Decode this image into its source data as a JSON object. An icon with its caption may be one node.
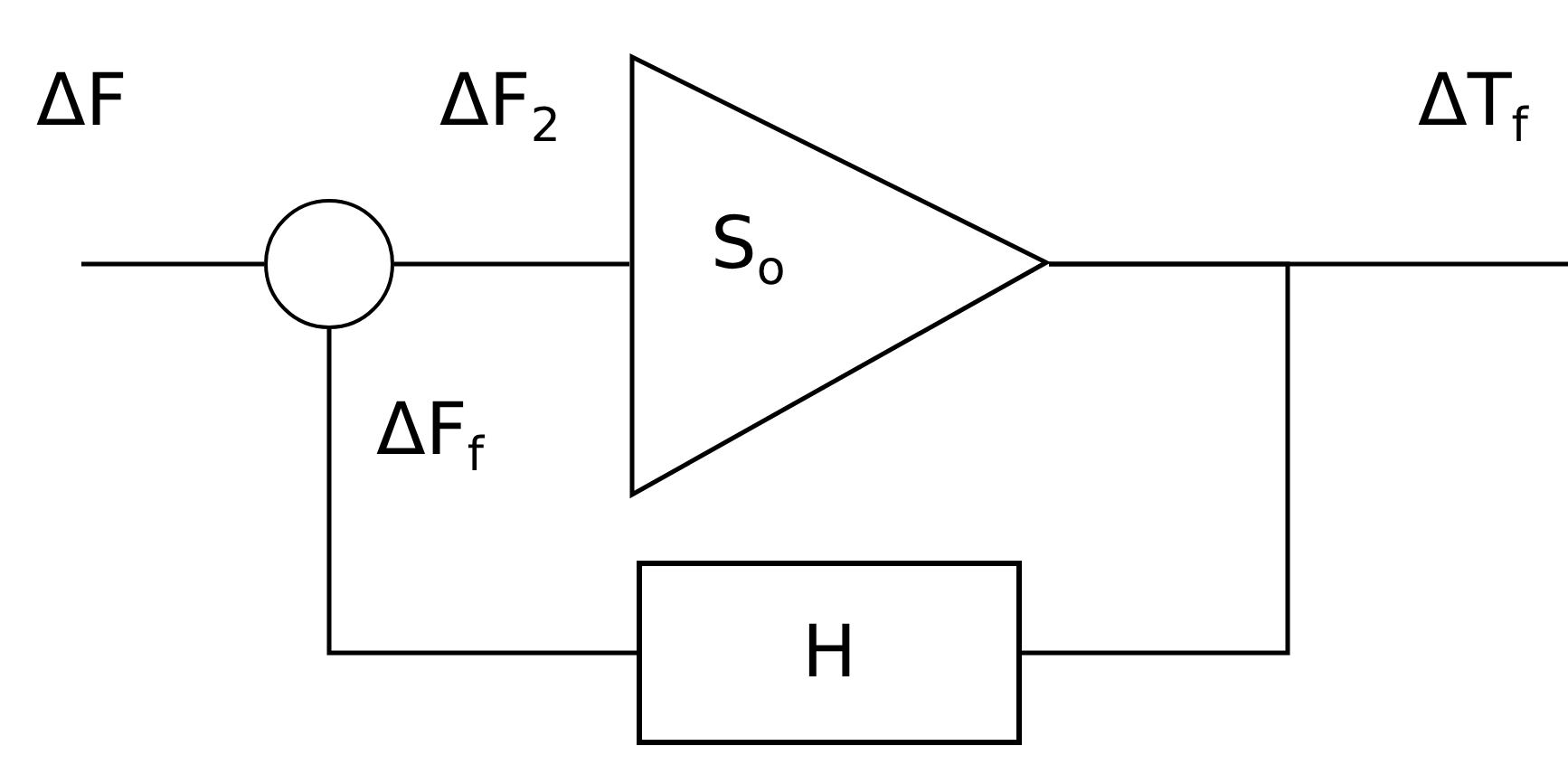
{
  "diagram": {
    "nodes": [
      {
        "text": [],
        "shape": "circle"
      },
      {
        "text": [
          "S$_{o}$"
        ]
      },
      {
        "text": [
          "H"
        ]
      }
    ],
    "edges": [
      {
        "from": null,
        "to": 0,
        "arrow": "none",
        "label": "ΔF"
      },
      {
        "from": 0,
        "to": 1,
        "arrow": "none",
        "label": "ΔF$_{2}$"
      },
      {
        "from": 1,
        "to": null,
        "arrow": "none",
        "label": "ΔT$_{f}$"
      },
      {
        "from": 1,
        "to": 2,
        "arrow": "none"
      },
      {
        "from": 2,
        "to": 0,
        "arrow": "none",
        "label": "ΔF$_{f}$"
      }
    ]
  }
}
